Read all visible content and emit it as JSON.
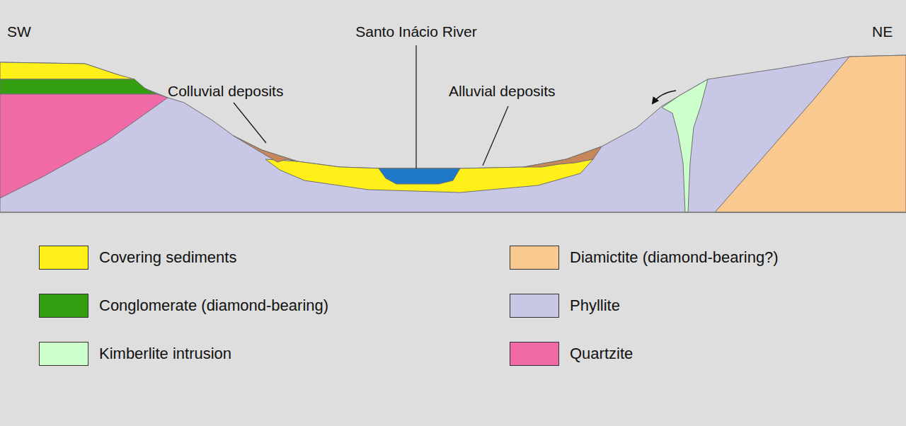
{
  "diagram": {
    "labels": [
      "SW",
      "NE",
      "Santo Inácio River",
      "Colluvial deposits",
      "Alluvial deposits"
    ],
    "legend": [
      {
        "text": "Covering sediments",
        "color": "#fff01a"
      },
      {
        "text": "Conglomerate (diamond-bearing)",
        "color": "#339e0f"
      },
      {
        "text": "Kimberlite intrusion",
        "color": "#ccffcc"
      },
      {
        "text": "Diamictite (diamond-bearing?)",
        "color": "#f9c98f"
      },
      {
        "text": "Phyllite",
        "color": "#c8c8e6"
      },
      {
        "text": "Quartzite",
        "color": "#f06aa8"
      }
    ]
  }
}
